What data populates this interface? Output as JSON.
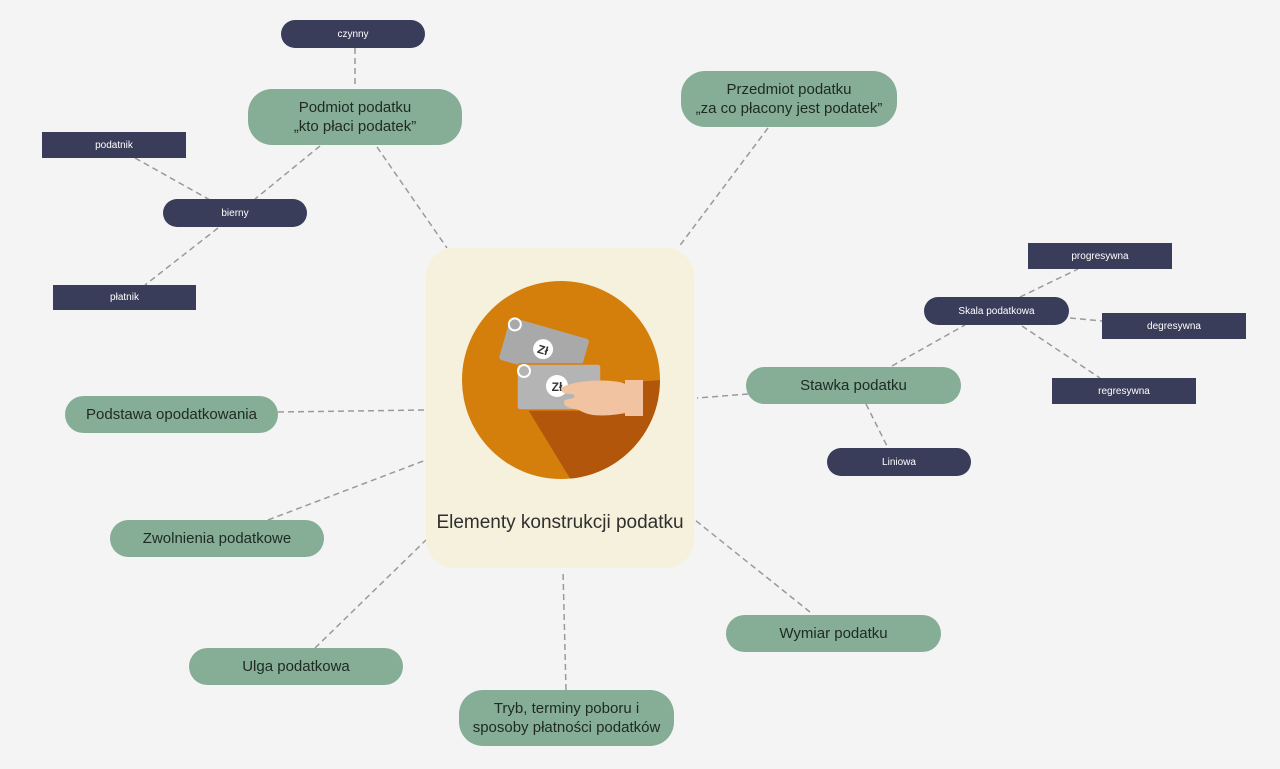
{
  "center": {
    "title": "Elementy konstrukcji podatku",
    "icon": "money-hand-icon"
  },
  "nodes": {
    "podmiot": "Podmiot podatku\n„kto płaci podatek”",
    "przedmiot": "Przedmiot podatku\n„za co płacony jest podatek”",
    "stawka": "Stawka podatku",
    "podstawa": "Podstawa opodatkowania",
    "zwolnienia": "Zwolnienia podatkowe",
    "ulga": "Ulga podatkowa",
    "tryb": "Tryb, terminy poboru i\nsposoby płatności podatków",
    "wymiar": "Wymiar podatku"
  },
  "tags": {
    "czynny": "czynny",
    "bierny": "bierny",
    "podatnik": "podatnik",
    "platnik": "płatnik",
    "skala": "Skala podatkowa",
    "progresywna": "progresywna",
    "degresywna": "degresywna",
    "regresywna": "regresywna",
    "liniowa": "Liniowa"
  },
  "colors": {
    "background": "#f4f4f4",
    "center_box": "#f6f1dc",
    "node": "#86ad96",
    "tag": "#3a3d59",
    "icon_circle": "#d47f0c"
  }
}
